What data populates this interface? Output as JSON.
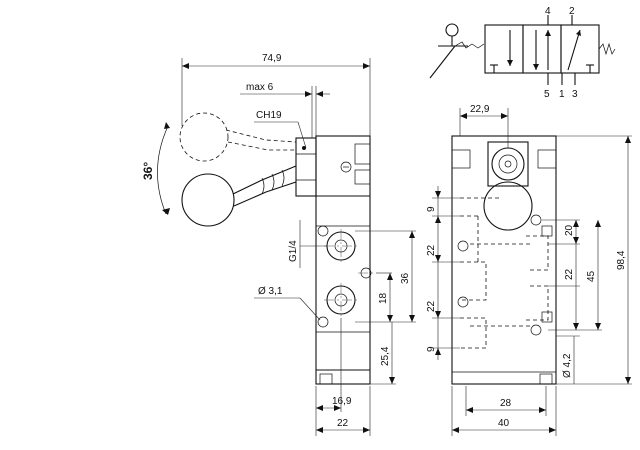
{
  "dimensions": {
    "overall_width": "74,9",
    "max_lever": "max 6",
    "wrench_size": "CH19",
    "lever_angle": "36°",
    "port_thread": "G1/4",
    "hole_diameter": "Ø 3,1",
    "port_spacing": "36",
    "port_to_mount": "18",
    "bottom_offset": "25,4",
    "port_x_offset": "16,9",
    "side_width": "22",
    "boss_width": "22,9",
    "front_9_top": "9",
    "front_22_a": "22",
    "front_22_b": "22",
    "front_9_bottom": "9",
    "right_20": "20",
    "right_22": "22",
    "right_45": "45",
    "height_98_4": "98,4",
    "mount_hole": "Ø 4,2",
    "mount_spacing": "28",
    "front_width": "40"
  },
  "symbol": {
    "port_4": "4",
    "port_2": "2",
    "port_5": "5",
    "port_1": "1",
    "port_3": "3"
  }
}
